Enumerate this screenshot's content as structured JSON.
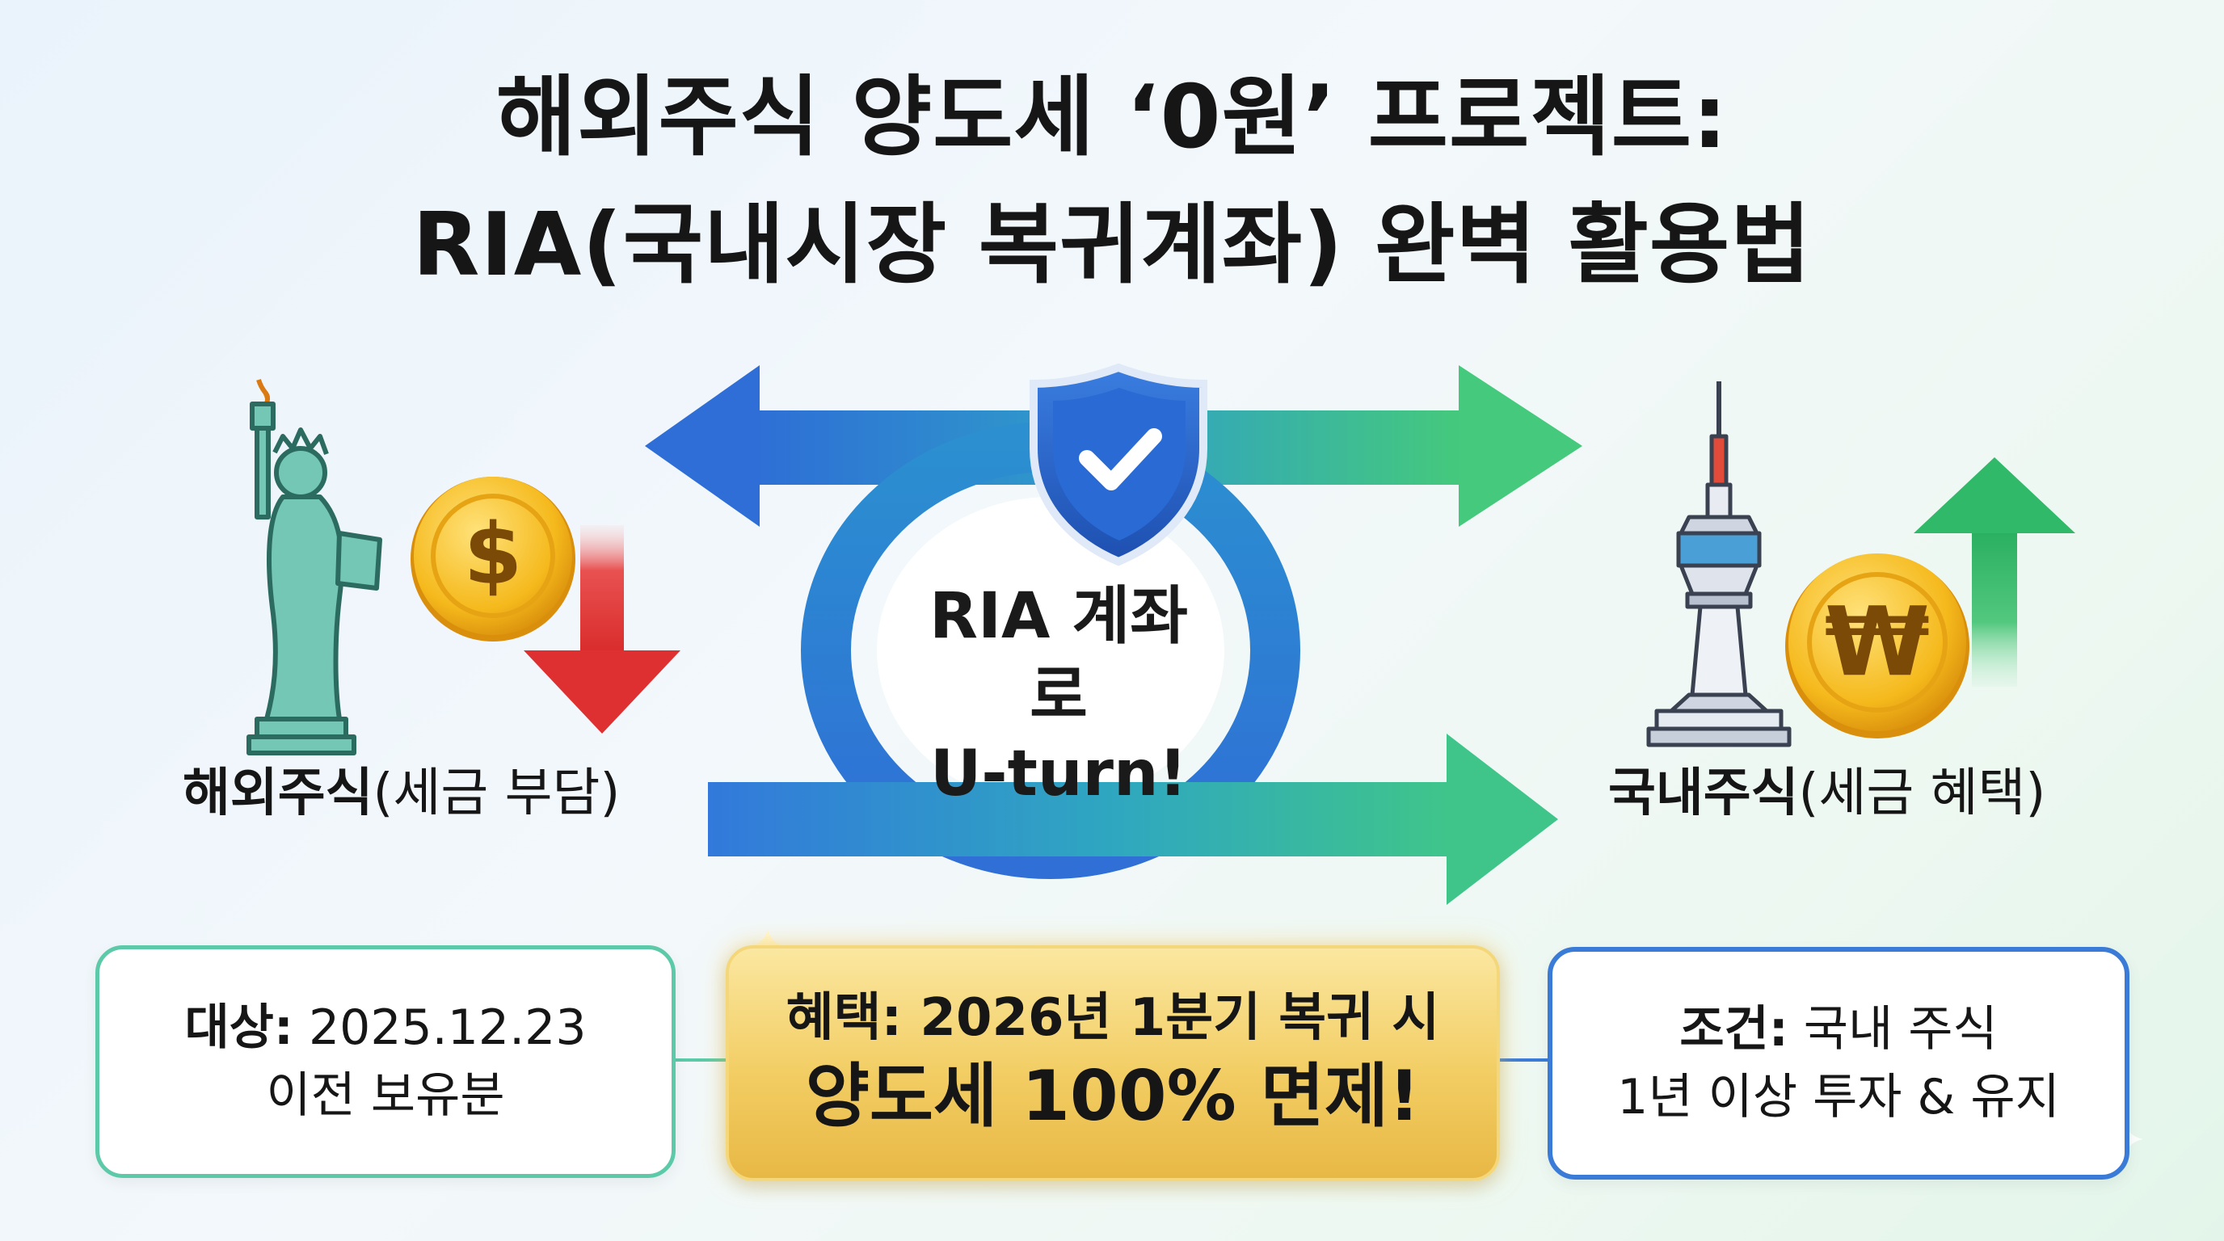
{
  "title": {
    "line1": "해외주식 양도세 ‘0원’ 프로젝트:",
    "line2": "RIA(국내시장 복귀계좌) 완벽 활용법"
  },
  "left": {
    "label_bold": "해외주식",
    "label_light": "(세금 부담)",
    "coin_symbol": "$"
  },
  "right": {
    "label_bold": "국내주식",
    "label_light": "(세금 혜택)",
    "coin_symbol": "₩"
  },
  "center": {
    "line1": "RIA 계좌로",
    "line2": "U-turn!"
  },
  "boxes": {
    "target": {
      "key": "대상:",
      "value": "2025.12.23",
      "line2": "이전 보유분"
    },
    "benefit": {
      "line1": "혜택: 2026년 1분기 복귀 시",
      "line2": "양도세 100% 면제!"
    },
    "condition": {
      "key": "조건:",
      "value": "국내 주식",
      "line2": "1년 이상 투자 & 유지"
    }
  },
  "colors": {
    "arrow_blue": "#2f6fd6",
    "arrow_green": "#3fc07a",
    "down_arrow": "#e23b3b",
    "up_arrow": "#2fb968",
    "coin_gold": "#f2b51c",
    "statue": "#6fc3b2",
    "benefit_gold": "#f2cd63"
  },
  "icons": [
    "statue-of-liberty-icon",
    "dollar-coin-icon",
    "down-arrow-icon",
    "shield-check-icon",
    "seoul-tower-icon",
    "won-coin-icon",
    "up-arrow-icon",
    "sparkle-icon"
  ]
}
